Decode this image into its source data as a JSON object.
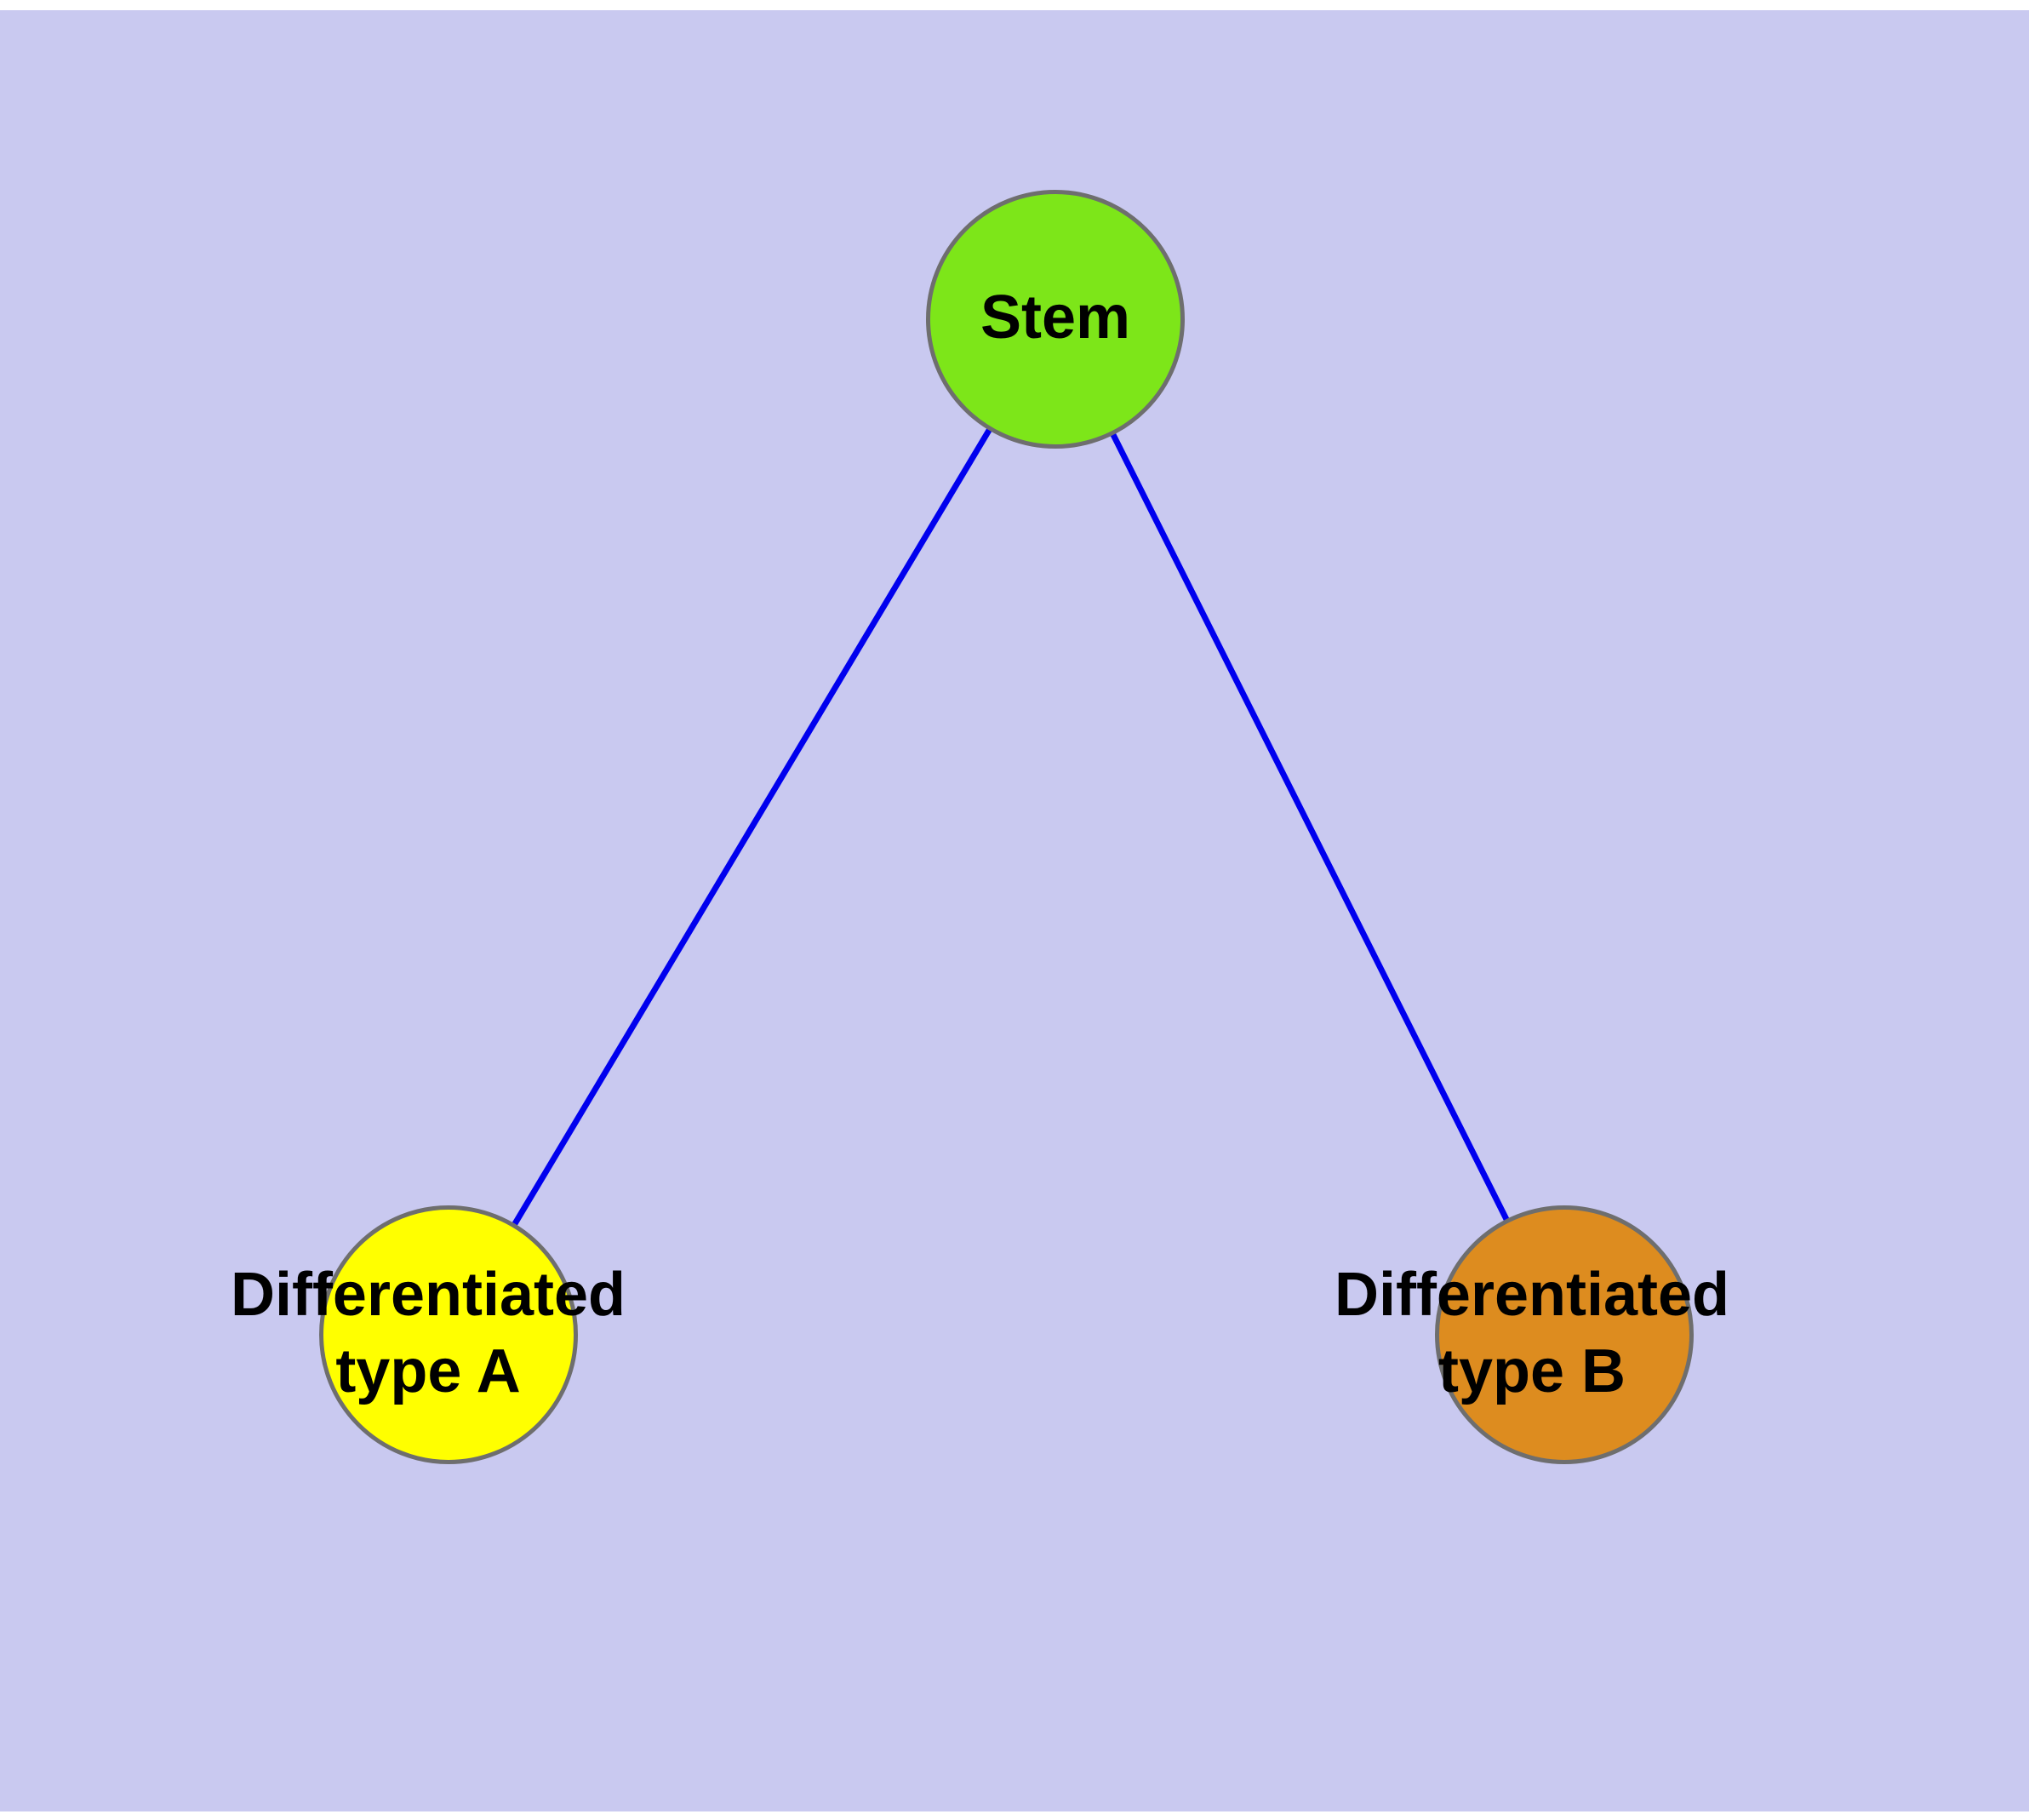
{
  "diagram": {
    "type": "node-link-graph",
    "background_color": "#c9c9f0",
    "top_strip_color": "#ffffff",
    "bottom_strip_color": "#ffffff",
    "edge_color": "#0000ee",
    "node_border_color": "#6e6e6e",
    "text_color": "#000000",
    "nodes": [
      {
        "id": "stem",
        "label": "Stem",
        "line1": "Stem",
        "line2": "",
        "fill": "#7de619",
        "shape": "circle"
      },
      {
        "id": "diff-a",
        "label": "Differentiated type A",
        "line1": "Differentiated",
        "line2": "type A",
        "fill": "#ffff00",
        "shape": "circle"
      },
      {
        "id": "diff-b",
        "label": "Differentiated type B",
        "line1": "Differentiated",
        "line2": "type B",
        "fill": "#dd8c1f",
        "shape": "circle"
      }
    ],
    "edges": [
      {
        "from": "Stem",
        "to": "Differentiated type A"
      },
      {
        "from": "Stem",
        "to": "Differentiated type B"
      }
    ]
  }
}
